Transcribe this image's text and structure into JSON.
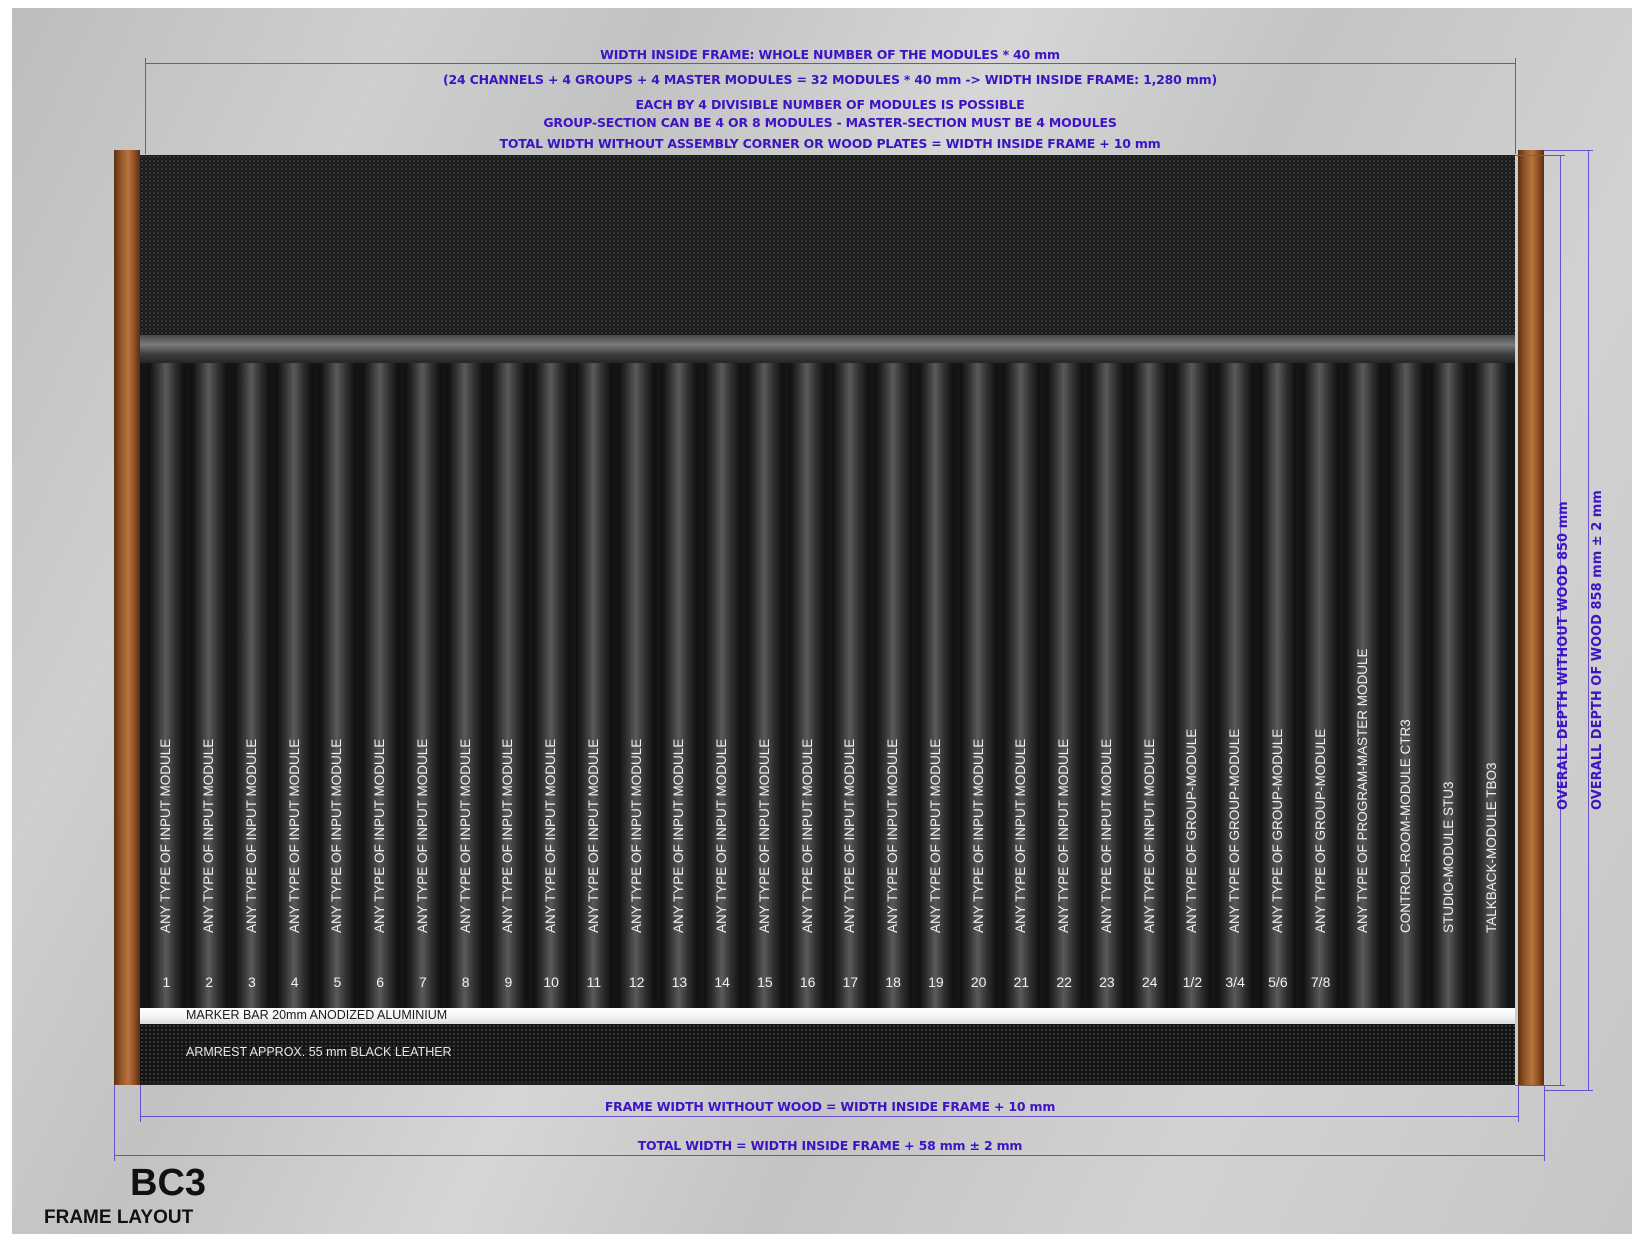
{
  "title": "BC3",
  "subtitle": "FRAME LAYOUT",
  "top_notes": [
    "WIDTH INSIDE FRAME:  WHOLE NUMBER OF THE MODULES * 40 mm",
    "(24 CHANNELS + 4 GROUPS + 4 MASTER MODULES = 32 MODULES * 40 mm -> WIDTH INSIDE FRAME: 1,280 mm)",
    "EACH BY 4 DIVISIBLE NUMBER OF MODULES IS POSSIBLE",
    "GROUP-SECTION CAN BE 4 OR 8 MODULES - MASTER-SECTION MUST BE 4 MODULES",
    "TOTAL WIDTH WITHOUT ASSEMBLY CORNER OR WOOD PLATES = WIDTH INSIDE FRAME + 10 mm"
  ],
  "bottom_notes": {
    "frame_width": "FRAME WIDTH WITHOUT WOOD  = WIDTH INSIDE FRAME + 10 mm",
    "total_width": "TOTAL WIDTH  = WIDTH INSIDE FRAME + 58 mm ± 2 mm"
  },
  "side_notes": {
    "depth_without_wood": "OVERALL DEPTH WITHOUT WOOD 850 mm",
    "depth_of_wood": "OVERALL DEPTH OF WOOD 858 mm ± 2 mm"
  },
  "marker_bar": "MARKER BAR 20mm ANODIZED ALUMINIUM",
  "armrest": "ARMREST APPROX. 55 mm BLACK LEATHER",
  "modules": [
    {
      "label": "ANY TYPE OF INPUT MODULE",
      "number": "1"
    },
    {
      "label": "ANY TYPE OF INPUT MODULE",
      "number": "2"
    },
    {
      "label": "ANY TYPE OF INPUT MODULE",
      "number": "3"
    },
    {
      "label": "ANY TYPE OF INPUT MODULE",
      "number": "4"
    },
    {
      "label": "ANY TYPE OF INPUT MODULE",
      "number": "5"
    },
    {
      "label": "ANY TYPE OF INPUT MODULE",
      "number": "6"
    },
    {
      "label": "ANY TYPE OF INPUT MODULE",
      "number": "7"
    },
    {
      "label": "ANY TYPE OF INPUT MODULE",
      "number": "8"
    },
    {
      "label": "ANY TYPE OF INPUT MODULE",
      "number": "9"
    },
    {
      "label": "ANY TYPE OF INPUT MODULE",
      "number": "10"
    },
    {
      "label": "ANY TYPE OF INPUT MODULE",
      "number": "11"
    },
    {
      "label": "ANY TYPE OF INPUT MODULE",
      "number": "12"
    },
    {
      "label": "ANY TYPE OF INPUT MODULE",
      "number": "13"
    },
    {
      "label": "ANY TYPE OF INPUT MODULE",
      "number": "14"
    },
    {
      "label": "ANY TYPE OF INPUT MODULE",
      "number": "15"
    },
    {
      "label": "ANY TYPE OF INPUT MODULE",
      "number": "16"
    },
    {
      "label": "ANY TYPE OF INPUT MODULE",
      "number": "17"
    },
    {
      "label": "ANY TYPE OF INPUT MODULE",
      "number": "18"
    },
    {
      "label": "ANY TYPE OF INPUT MODULE",
      "number": "19"
    },
    {
      "label": "ANY TYPE OF INPUT MODULE",
      "number": "20"
    },
    {
      "label": "ANY TYPE OF INPUT MODULE",
      "number": "21"
    },
    {
      "label": "ANY TYPE OF INPUT MODULE",
      "number": "22"
    },
    {
      "label": "ANY TYPE OF INPUT MODULE",
      "number": "23"
    },
    {
      "label": "ANY TYPE OF INPUT MODULE",
      "number": "24"
    },
    {
      "label": "ANY TYPE OF GROUP-MODULE",
      "number": "1/2"
    },
    {
      "label": "ANY TYPE OF GROUP-MODULE",
      "number": "3/4"
    },
    {
      "label": "ANY TYPE OF GROUP-MODULE",
      "number": "5/6"
    },
    {
      "label": "ANY TYPE OF GROUP-MODULE",
      "number": "7/8"
    },
    {
      "label": "ANY TYPE OF PROGRAM-MASTER MODULE",
      "number": ""
    },
    {
      "label": "CONTROL-ROOM-MODULE CTR3",
      "number": ""
    },
    {
      "label": "STUDIO-MODULE STU3",
      "number": ""
    },
    {
      "label": "TALKBACK-MODULE TBO3",
      "number": ""
    }
  ]
}
